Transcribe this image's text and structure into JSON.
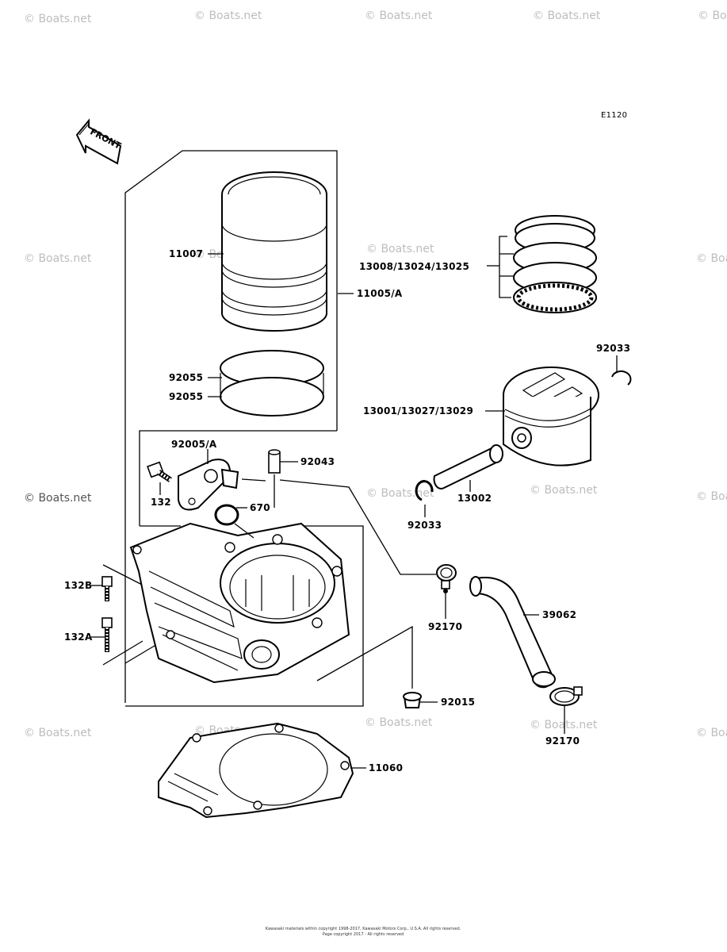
{
  "diagram": {
    "diagram_code": "E1120",
    "front_label": "FRONT",
    "watermark": "© Boats.net",
    "copyright_line1": "Kawasaki materials within copyright 1998-2017, Kawasaki Motors Corp., U.S.A. All rights reserved.",
    "copyright_line2": "Page copyright 2017 - All rights reserved"
  },
  "parts": [
    {
      "number": "11007"
    },
    {
      "number": "11005/A"
    },
    {
      "number": "13008/13024/13025"
    },
    {
      "number": "92033"
    },
    {
      "number": "92055"
    },
    {
      "number": "92055"
    },
    {
      "number": "13001/13027/13029"
    },
    {
      "number": "92005/A"
    },
    {
      "number": "92043"
    },
    {
      "number": "132"
    },
    {
      "number": "670"
    },
    {
      "number": "13002"
    },
    {
      "number": "92033"
    },
    {
      "number": "132B"
    },
    {
      "number": "132A"
    },
    {
      "number": "92170"
    },
    {
      "number": "39062"
    },
    {
      "number": "92015"
    },
    {
      "number": "92170"
    },
    {
      "number": "11060"
    }
  ]
}
